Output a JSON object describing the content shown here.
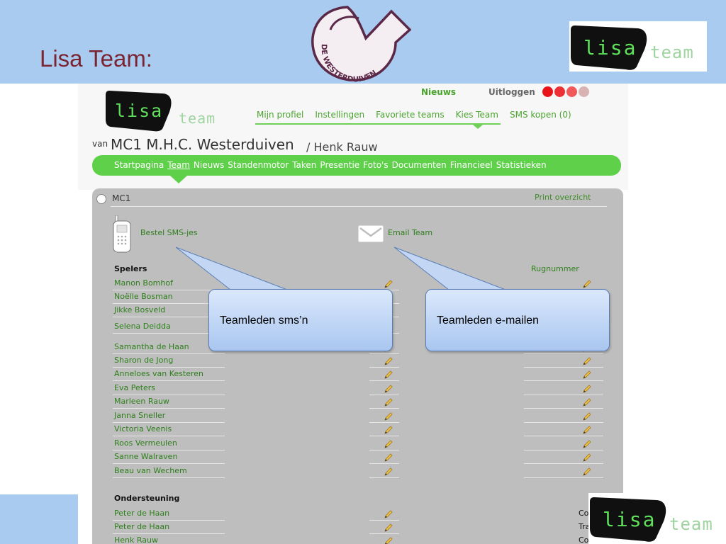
{
  "slide": {
    "title": "Lisa Team:"
  },
  "club_logo": {
    "text": "DE WESTERDUIVEN"
  },
  "colors": {
    "header": "#a9cbef",
    "title": "#7b2532",
    "green": "#5fd04a",
    "link": "#2e7f1b",
    "dot_red": "#e8141a",
    "dot_red2": "#f0585a",
    "dot_pink": "#f39b9b",
    "dot_grey": "#cfcfcf"
  },
  "site": {
    "logo_text": "lisa team",
    "top_links": {
      "news": "Nieuws",
      "logout": "Uitloggen"
    },
    "subnav": [
      "Mijn profiel",
      "Instellingen",
      "Favoriete teams",
      "Kies Team",
      "SMS kopen (0)"
    ],
    "van": "van",
    "team": "MC1 M.H.C. Westerduiven",
    "user": "/ Henk Rauw",
    "mainnav": [
      "Startpagina",
      "Team",
      "Nieuws",
      "Standenmotor",
      "Taken",
      "Presentie",
      "Foto's",
      "Documenten",
      "Financieel",
      "Statistieken"
    ],
    "active_nav": "Team"
  },
  "panel": {
    "title": "MC1",
    "print": "Print overzicht",
    "sms_link": "Bestel SMS-jes",
    "email_link": "Email Team",
    "spelers_header": "Spelers",
    "rug_header": "Rugnummer",
    "players": [
      "Manon Bomhof",
      "Noëlle Bosman",
      "Jikke Bosveld",
      "Selena Deidda",
      "Samantha de Haan",
      "Sharon de Jong",
      "Anneloes van Kesteren",
      "Eva Peters",
      "Marleen Rauw",
      "Janna Sneller",
      "Victoria Veenis",
      "Roos Vermeulen",
      "Sanne Walraven",
      "Beau van Wechem"
    ],
    "support_header": "Ondersteuning",
    "support": [
      {
        "name": "Peter de Haan",
        "role": "Co"
      },
      {
        "name": "Peter de Haan",
        "role": "Tra"
      },
      {
        "name": "Henk Rauw",
        "role": "Co"
      }
    ]
  },
  "callouts": {
    "sms": "Teamleden sms’n",
    "email": "Teamleden e-mailen"
  }
}
